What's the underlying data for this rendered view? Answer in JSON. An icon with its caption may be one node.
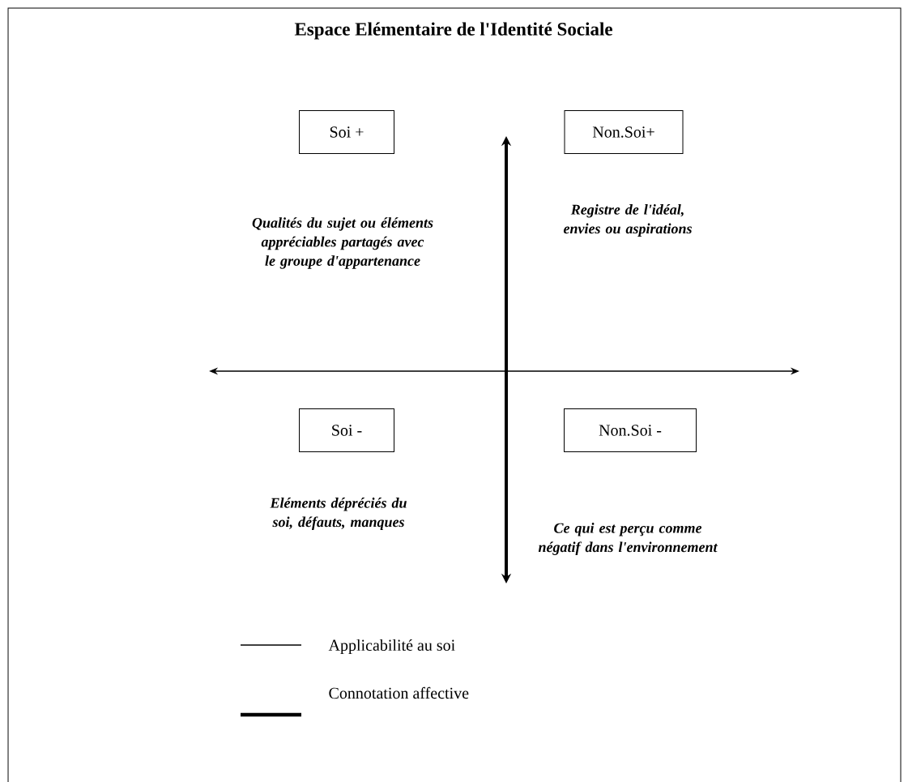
{
  "diagram": {
    "title": "Espace Elémentaire de l'Identité Sociale",
    "nodes": [
      {
        "text": [
          "Soi +"
        ]
      },
      {
        "text": [
          "Non.Soi+"
        ]
      },
      {
        "text": [
          "Soi -"
        ]
      },
      {
        "text": [
          "Non.Soi -"
        ]
      }
    ],
    "labels": [
      "Qualités du sujet ou éléments appréciables partagés avec le groupe d'appartenance",
      "Registre de l'idéal, envies ou aspirations",
      "Eléments dépréciés du soi, défauts, manques",
      "Ce qui est perçu comme négatif dans l'environnement"
    ],
    "legend": [
      {
        "text": "Applicabilité au soi"
      },
      {
        "text": "Connotation affective"
      }
    ]
  }
}
